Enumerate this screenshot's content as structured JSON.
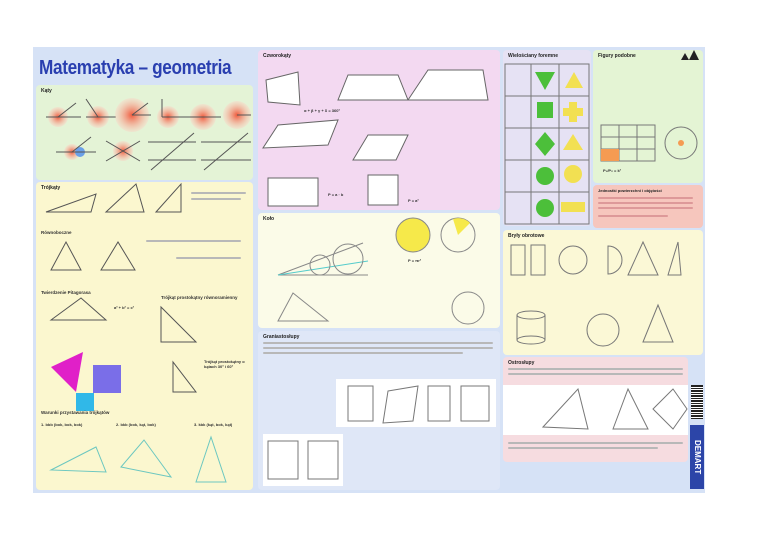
{
  "title": "Matematyka – geometria",
  "sections": {
    "katy": "Kąty",
    "trojkaty": "Trójkąty",
    "rownoboczne": "Równoboczne",
    "pitagoras": "Twierdzenie Pitagorasa",
    "prostokatny_rownoramienny": "Trójkąt prostokątny równoramienny",
    "trojkat_30_60": "Trójkąt prostokątny o kątach 30° i 60°",
    "przystawanie": "Warunki przystawania trójkątów",
    "bbb": "1. bbb (bok, bok, bok)",
    "bkb": "2. bkb (bok, kąt, bok)",
    "kbk": "3. kbk (kąt, bok, kąt)",
    "czworokaty": "Czworokąty",
    "kolo": "Koło",
    "graniastoslupy": "Graniastosłupy",
    "wielosciany": "Wielościany foremne",
    "figury_podobne": "Figury podobne",
    "jednostki": "Jednostki powierzchni i objętości",
    "bryly": "Bryły obrotowe",
    "ostroslupy": "Ostrosłupy"
  },
  "formulas": {
    "czworokat_sum": "α + β + γ + δ = 360°",
    "pitagoras": "a² + b² = c²",
    "prostokat": "P = a · b",
    "kwadrat": "P = a²",
    "kolo_pole": "P = πr²",
    "skala": "P₁/P₂ = k²"
  },
  "brand": "DEMART",
  "colors": {
    "poster_bg": "#d6e2f6",
    "title": "#2a3fb0",
    "katy_panel": "#e4f3d6",
    "trojkaty_panel": "#fbf7cf",
    "czworokaty_panel": "#f3d9f1",
    "kolo_panel": "#fbfbe8",
    "graniastoslupy_panel": "#dfe7f7",
    "wielosciany_panel": "#e6e2f4",
    "figury_panel": "#e4f4d4",
    "jednostki_panel": "#f6c6bd",
    "bryly_panel": "#fbf8d6",
    "ostroslupy_panel": "#f6dce0"
  }
}
